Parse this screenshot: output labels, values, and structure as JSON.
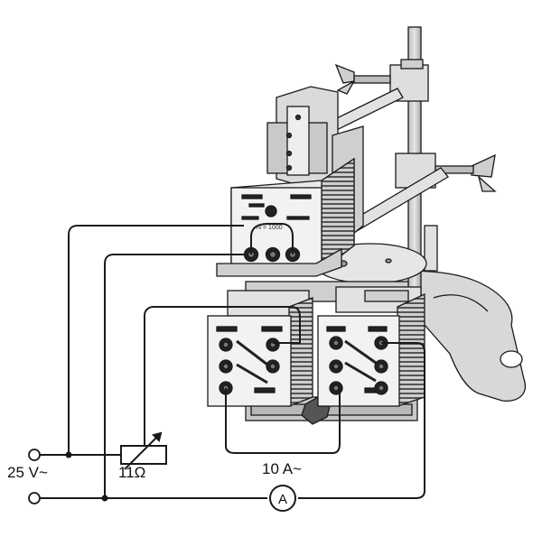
{
  "labels": {
    "supply_voltage": "25 V~",
    "resistance": "11Ω",
    "current": "10 A~",
    "ammeter_symbol": "A",
    "coil_turns": "N = 1000"
  },
  "colors": {
    "line": "#1a1a1a",
    "metal_light": "#dcdcdc",
    "metal_mid": "#bdbdbd",
    "metal_dark": "#8a8a8a",
    "background": "#ffffff"
  },
  "icons": {
    "source_terminals": "open-circle-terminal",
    "rheostat": "variable-resistor-symbol",
    "ammeter": "circled-A-meter"
  }
}
